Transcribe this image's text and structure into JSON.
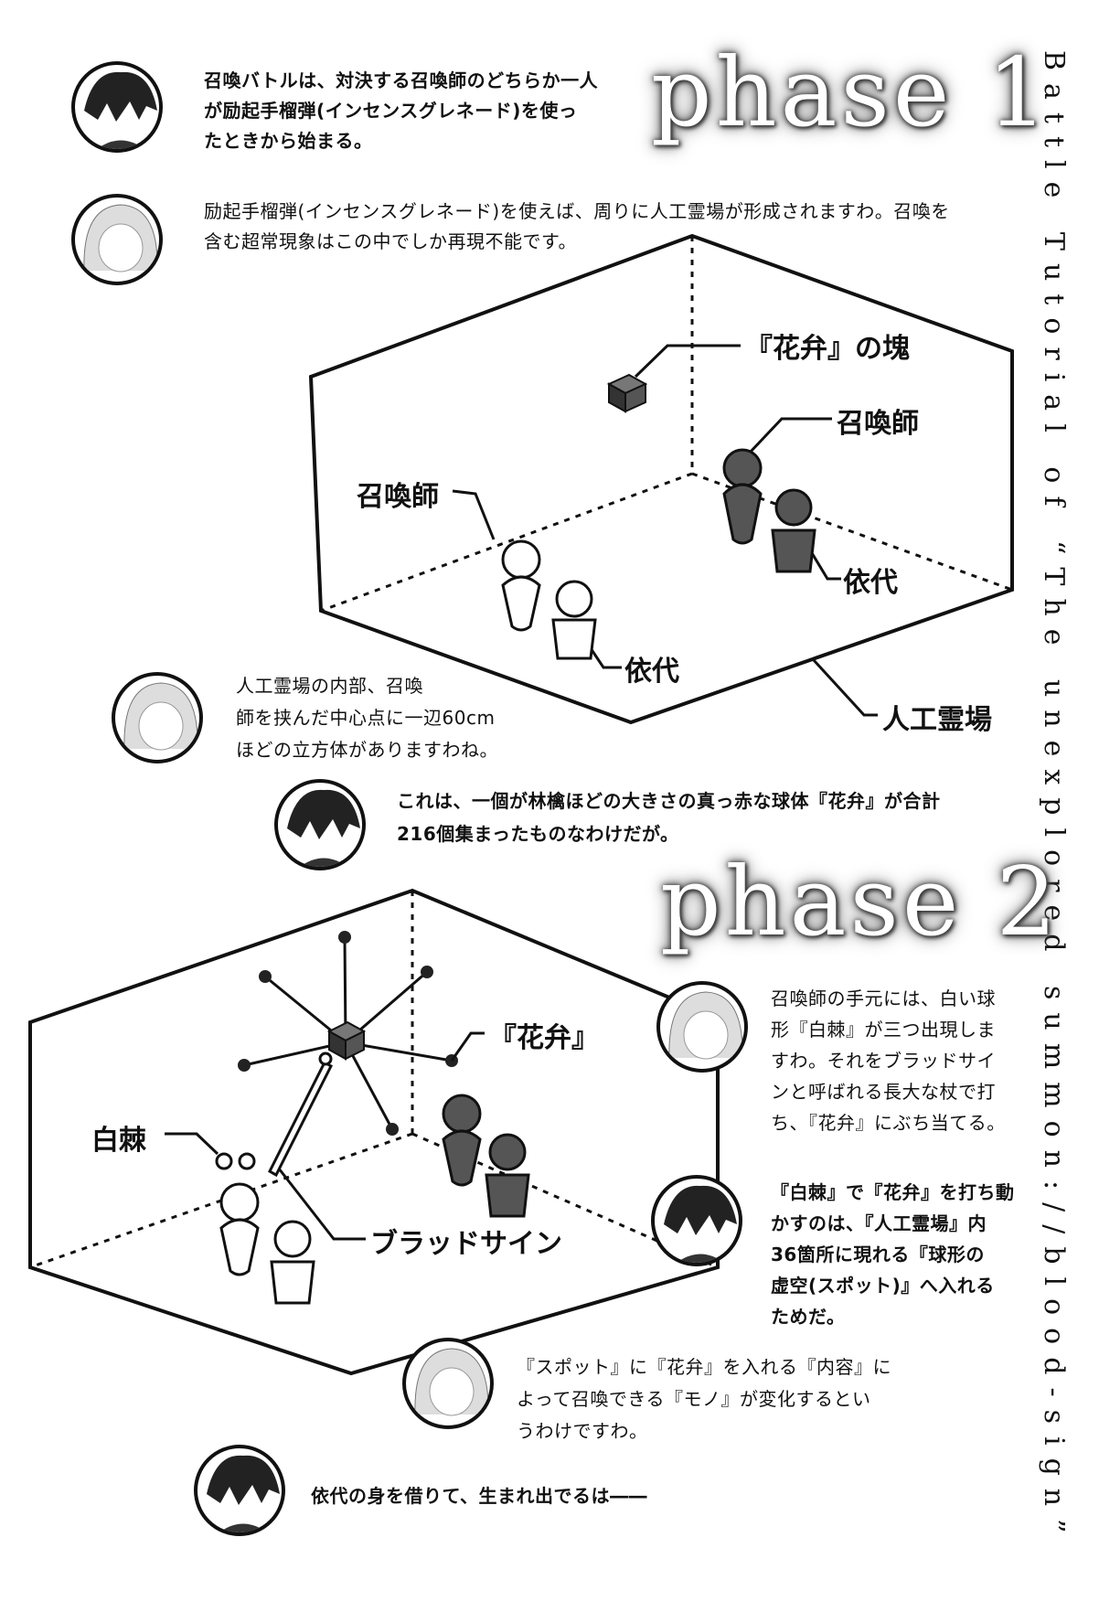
{
  "side_title": "Battle Tutorial of “The unexplored summon://blood-sign”",
  "phase1": {
    "heading": "phase 1",
    "dialogue": [
      {
        "speaker": "boy",
        "lines": [
          "召喚バトルは、対決する召喚師のどちらか一人",
          "が励起手榴弾(インセンスグレネード)を使っ",
          "たときから始まる。"
        ]
      },
      {
        "speaker": "girl",
        "lines": [
          "励起手榴弾(インセンスグレネード)を使えば、周りに人工霊場が形成されますわ。召喚を",
          "含む超常現象はこの中でしか再現不能です。"
        ]
      }
    ],
    "labels": {
      "petal_block": "『花弁』の塊",
      "summoner_right": "召喚師",
      "summoner_left": "召喚師",
      "vessel_right": "依代",
      "vessel_left": "依代",
      "field": "人工霊場"
    }
  },
  "middle": {
    "dialogue": [
      {
        "speaker": "girl",
        "lines": [
          "人工霊場の内部、召喚",
          "師を挟んだ中心点に一辺60cm",
          "ほどの立方体がありますわね。"
        ]
      },
      {
        "speaker": "boy",
        "lines": [
          "これは、一個が林檎ほどの大きさの真っ赤な球体『花弁』が合計",
          "216個集まったものなわけだが。"
        ]
      }
    ]
  },
  "phase2": {
    "heading": "phase 2",
    "labels": {
      "petal": "『花弁』",
      "white_thorn": "白棘",
      "blood_sign": "ブラッドサイン"
    },
    "dialogue": [
      {
        "speaker": "girl",
        "lines": [
          "召喚師の手元には、白い球",
          "形『白棘』が三つ出現しま",
          "すわ。それをブラッドサイ",
          "ンと呼ばれる長大な杖で打",
          "ち、『花弁』にぶち当てる。"
        ]
      },
      {
        "speaker": "boy",
        "lines": [
          "『白棘』で『花弁』を打ち動",
          "かすのは、『人工霊場』内",
          "36箇所に現れる『球形の",
          "虚空(スポット)』へ入れる",
          "ためだ。"
        ]
      },
      {
        "speaker": "girl",
        "lines": [
          "『スポット』に『花弁』を入れる『内容』に",
          "よって召喚できる『モノ』が変化するとい",
          "うわけですわ。"
        ]
      },
      {
        "speaker": "boy",
        "lines": [
          "依代の身を借りて、生まれ出でるは――"
        ]
      }
    ]
  }
}
